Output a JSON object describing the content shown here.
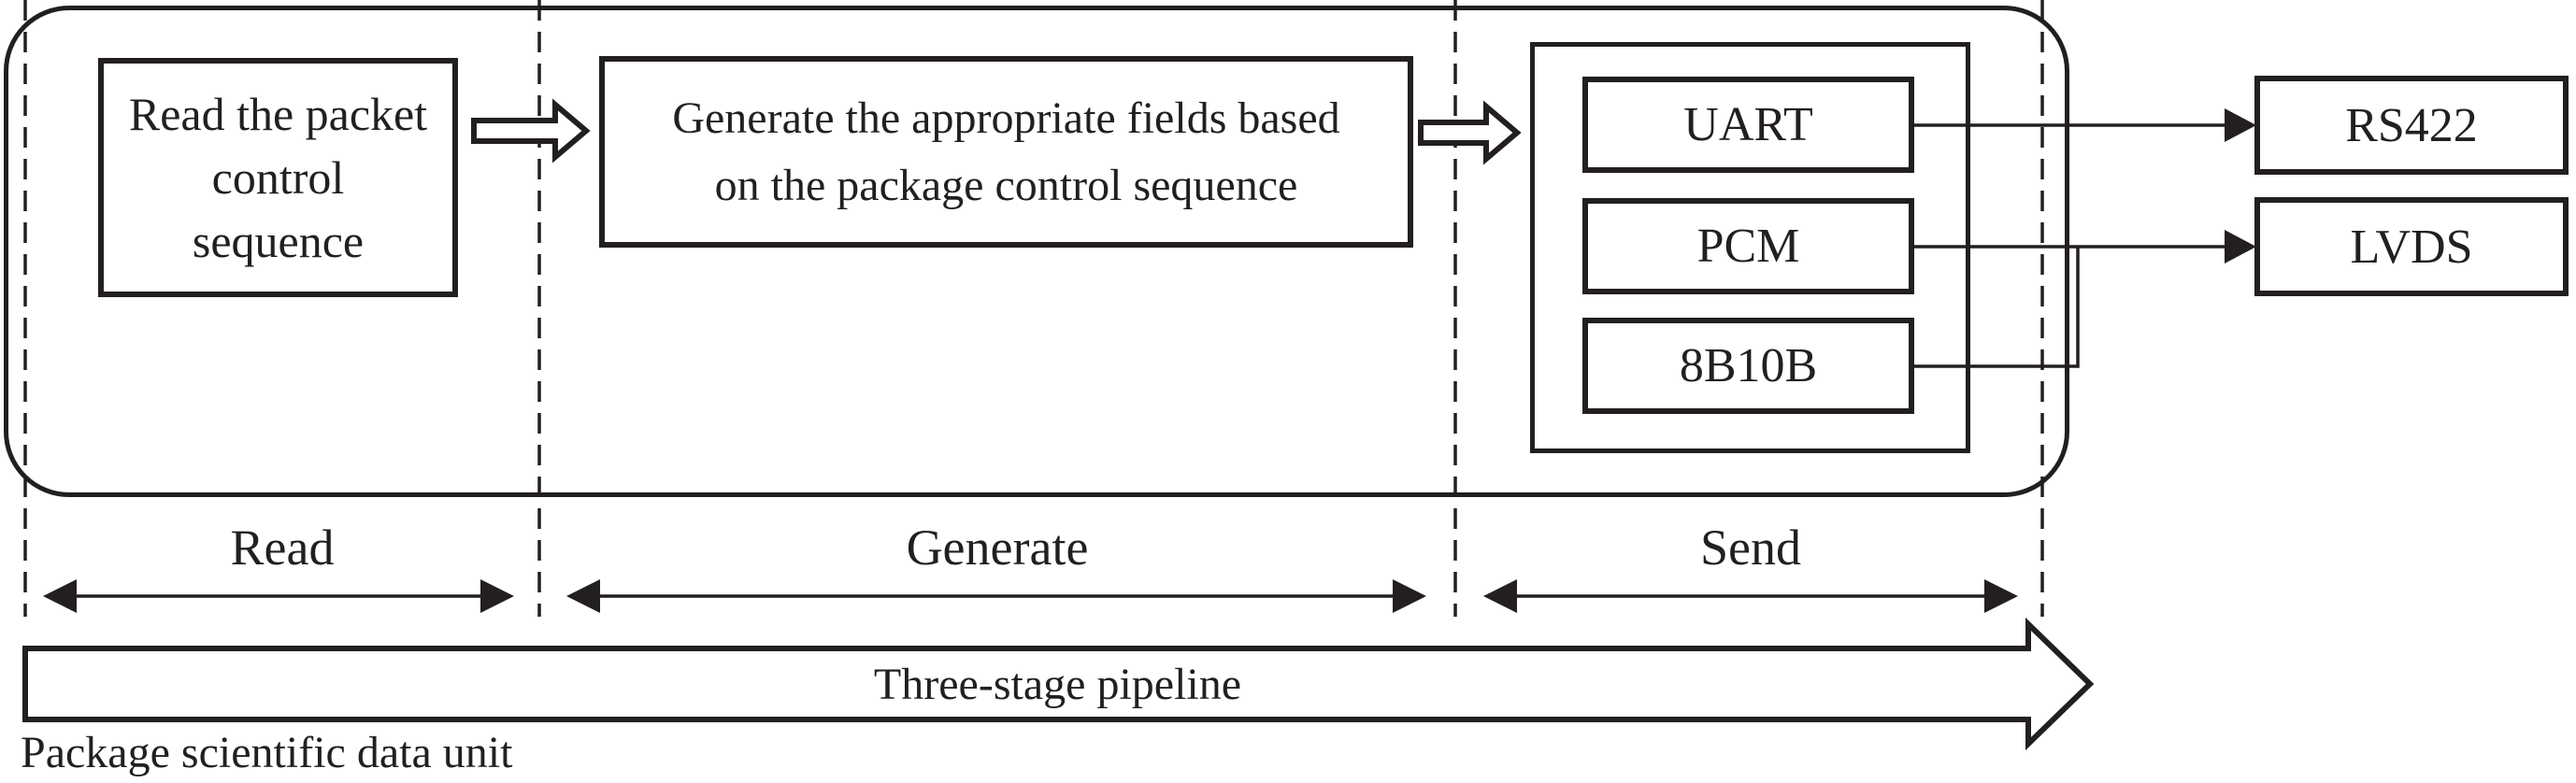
{
  "stage1_box": {
    "label": "Read the packet\ncontrol\nsequence"
  },
  "stage2_box": {
    "label": "Generate the appropriate fields based\non the package control sequence"
  },
  "send_modules": [
    {
      "label": "UART"
    },
    {
      "label": "PCM"
    },
    {
      "label": "8B10B"
    }
  ],
  "outputs": [
    {
      "label": "RS422"
    },
    {
      "label": "LVDS"
    }
  ],
  "stage_labels": [
    {
      "label": "Read"
    },
    {
      "label": "Generate"
    },
    {
      "label": "Send"
    }
  ],
  "pipeline": {
    "label": "Three-stage pipeline"
  },
  "caption": {
    "label": "Package scientific data unit"
  },
  "colors": {
    "ink": "#231f20",
    "background": "#ffffff"
  }
}
